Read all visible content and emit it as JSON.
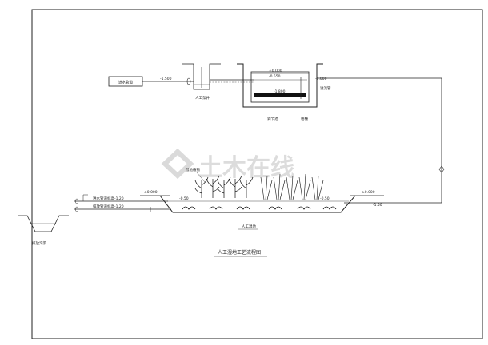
{
  "source_box": {
    "label": "进水管道"
  },
  "labels": {
    "inlet_elev": "-1.500",
    "pump_well": "人工泵井",
    "tank_top": "±0.000",
    "tank_water": "-0.550",
    "tank_in": "-1.000",
    "tank_bottom": "-1.800",
    "tank_name": "调节池",
    "tank_side": "格栅",
    "tank_right_note": "溢流管",
    "plant_label": "湿地植物",
    "wetland_left_top": "±0.000",
    "wetland_left_water": "-0.50",
    "wetland_left_pipe1": "进水管道标高-1.20",
    "wetland_left_pipe2": "排放管道标高-1.20",
    "wetland_right_top": "±0.000",
    "wetland_right_water": "-0.50",
    "wetland_right_outlet": "-1.50",
    "wetland_name": "人工湿地",
    "ditch_name": "排放沟渠",
    "title": "人工湿地工艺流程图",
    "watermark": "土木在线"
  }
}
